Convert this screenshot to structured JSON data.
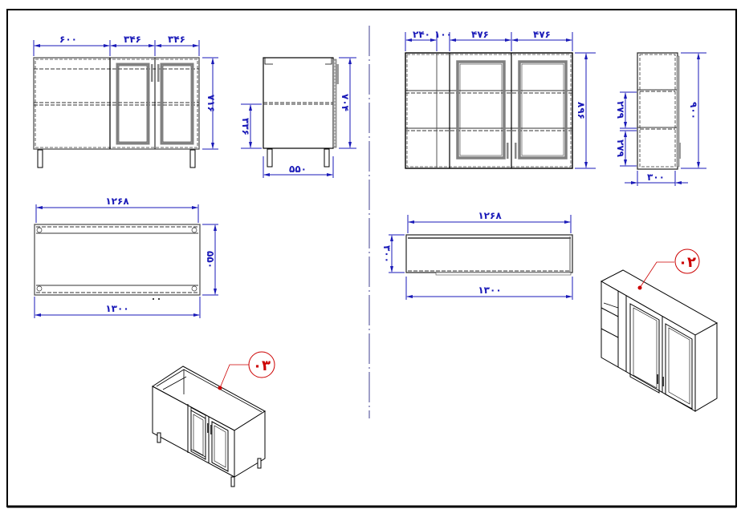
{
  "drawing": {
    "title": "Kitchen cabinet shop drawing",
    "colors": {
      "dimension": "#1a1ab8",
      "outline": "#000000",
      "door_frame": "#808080",
      "callout": "#cc0000",
      "center_line": "#8888bb"
    }
  },
  "base_cabinet": {
    "front_view": {
      "widths": [
        "۶۰۰",
        "۳۴۶",
        "۳۴۶"
      ],
      "height": "۷۱۶"
    },
    "side_view": {
      "shelf_height": "۳۳۶",
      "height": "۷۰۴",
      "depth": "۵۵۰"
    },
    "top_view": {
      "inner_width": "۱۲۶۸",
      "depth": "۵۵۰",
      "outer_width": "۱۳۰۰"
    },
    "callout": "۰۳"
  },
  "wall_cabinet": {
    "front_view": {
      "widths": [
        "۲۴۰",
        "۱۰۰",
        "۴۷۶",
        "۴۷۶"
      ],
      "height": "۸۹۶"
    },
    "side_view": {
      "shelf_height_upper": "۲۷۹",
      "shelf_height_lower": "۲۷۹",
      "height": "۹۰۰",
      "depth": "۳۰۰"
    },
    "top_view": {
      "inner_width": "۱۲۶۸",
      "depth": "۳۰۰",
      "outer_width": "۱۳۰۰"
    },
    "callout": "۰۲"
  }
}
